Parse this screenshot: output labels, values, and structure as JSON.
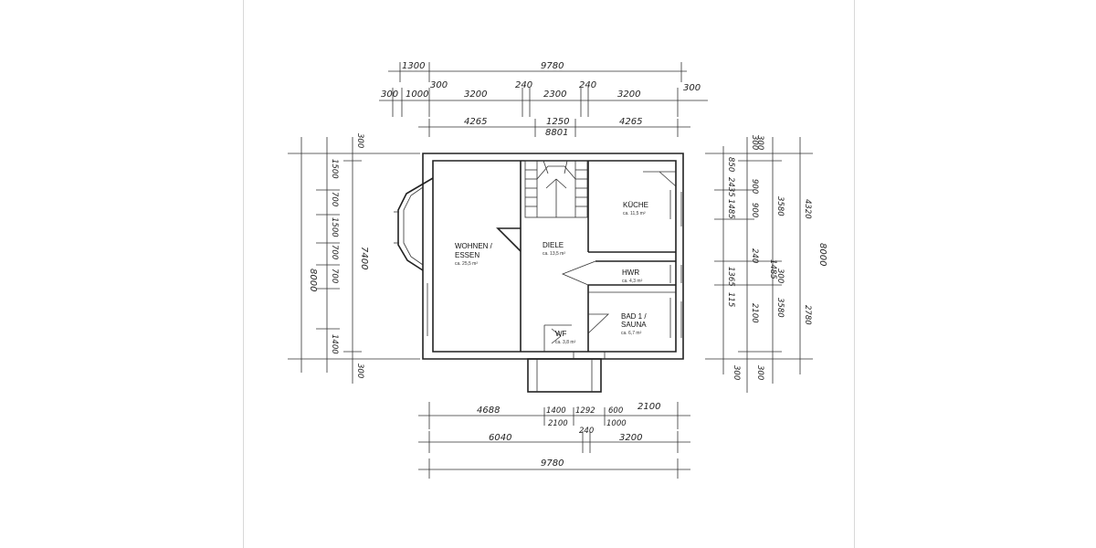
{
  "rooms": [
    {
      "name_line1": "WOHNEN /",
      "name_line2": "ESSEN",
      "area": "ca. 25,5 m²"
    },
    {
      "name_line1": "DIELE",
      "name_line2": "",
      "area": "ca. 13,5 m²"
    },
    {
      "name_line1": "KÜCHE",
      "name_line2": "",
      "area": "ca. 11,5 m²"
    },
    {
      "name_line1": "HWR",
      "name_line2": "",
      "area": "ca. 4,3 m²"
    },
    {
      "name_line1": "BAD 1 /",
      "name_line2": "SAUNA",
      "area": "ca. 6,7 m²"
    },
    {
      "name_line1": "WF",
      "name_line2": "",
      "area": "ca. 3,8 m²"
    }
  ],
  "dimensions": {
    "top": {
      "row1": [
        "1300",
        "9780"
      ],
      "row2": [
        "300",
        "1000",
        "300",
        "3200",
        "240",
        "2300",
        "240",
        "3200",
        "300"
      ],
      "row3": [
        "4265",
        "1250",
        "4265"
      ],
      "row3_sub": "8801"
    },
    "bottom": {
      "row1": [
        "4688",
        "1400",
        "1292",
        "600",
        "2100"
      ],
      "row1_sub": [
        "2100",
        "1000"
      ],
      "row2": [
        "6040",
        "240",
        "3200"
      ],
      "row3": [
        "9780"
      ]
    },
    "left": {
      "outer": [
        "8000"
      ],
      "middle": [
        "7400"
      ],
      "inner": [
        "1500",
        "700",
        "1500",
        "700",
        "700",
        "1400"
      ],
      "edge": [
        "300",
        "300"
      ]
    },
    "right": {
      "col1": [
        "850",
        "2435",
        "1485",
        "1365",
        "115"
      ],
      "col2": [
        "300",
        "900",
        "900",
        "240",
        "2100",
        "300"
      ],
      "col3": [
        "300",
        "3580",
        "1485",
        "300",
        "3580",
        "300"
      ],
      "col4": [
        "4320",
        "2780"
      ],
      "col5": [
        "8000"
      ]
    }
  }
}
